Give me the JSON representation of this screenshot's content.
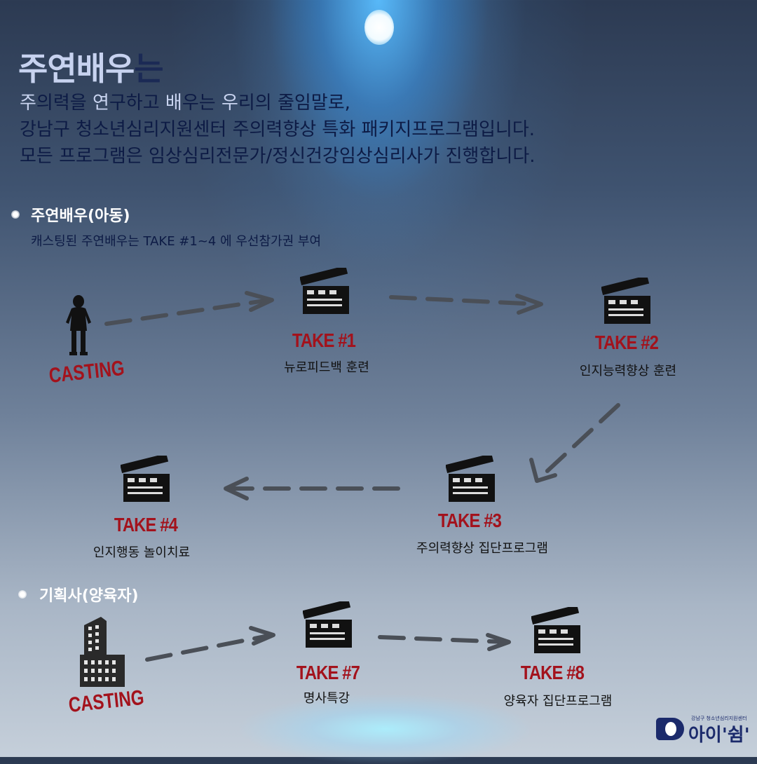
{
  "title": {
    "main": "주연배우",
    "suffix": "는"
  },
  "intro": {
    "line1_parts": [
      "주",
      "의력을 ",
      "연",
      "구하고 ",
      "배",
      "우는 ",
      "우",
      "리의 줄임말로,"
    ],
    "line2": "강남구 청소년심리지원센터 주의력향상 특화 패키지프로그램입니다.",
    "line3": "모든 프로그램은 임상심리전문가/정신건강임상심리사가 진행합니다."
  },
  "child_section": {
    "heading": "주연배우(아동)",
    "sub": "캐스팅된 주연배우는 TAKE #1~4 에 우선참가권 부여",
    "casting": "CASTING",
    "takes": [
      {
        "title": "TAKE #1",
        "desc": "뉴로피드백 훈련"
      },
      {
        "title": "TAKE #2",
        "desc": "인지능력향상 훈련"
      },
      {
        "title": "TAKE #3",
        "desc": "주의력향상 집단프로그램"
      },
      {
        "title": "TAKE #4",
        "desc": "인지행동 놀이치료"
      }
    ]
  },
  "parent_section": {
    "heading": "기획사(양육자)",
    "casting": "CASTING",
    "takes": [
      {
        "title": "TAKE #7",
        "desc": "명사특강"
      },
      {
        "title": "TAKE #8",
        "desc": "양육자 집단프로그램"
      }
    ]
  },
  "logo": {
    "text": "아이'쉼'",
    "small": "강남구 청소년심리지원센터"
  },
  "colors": {
    "accent_red": "#a3121c",
    "navy": "#0d1b45",
    "highlight": "#c9d4f0"
  },
  "icons": [
    "clapperboard-icon",
    "child-silhouette-icon",
    "building-icon",
    "spotlight-icon"
  ]
}
